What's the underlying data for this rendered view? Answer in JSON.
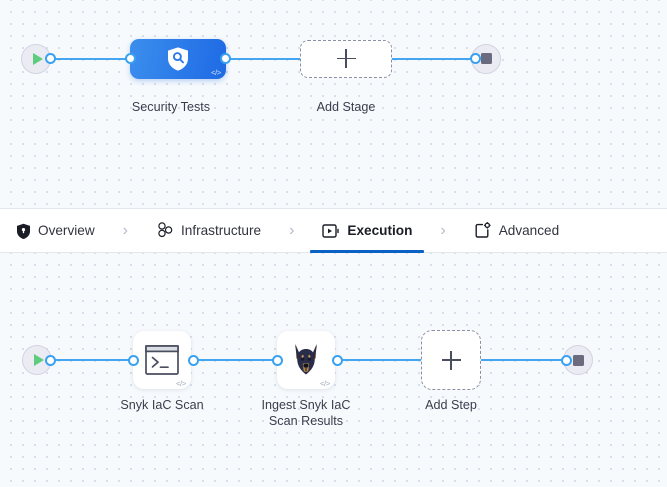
{
  "stages_canvas": {
    "start_node": {
      "icon": "play-icon"
    },
    "end_node": {
      "icon": "stop-icon"
    },
    "stage": {
      "label": "Security Tests",
      "icon": "shield-search-icon",
      "badge": "</>",
      "gradient_from": "#3c8eed",
      "gradient_to": "#1f6ae4"
    },
    "add_stage": {
      "label": "Add Stage",
      "icon": "plus-icon"
    }
  },
  "tabbar": {
    "separator": "›",
    "active_underline_color": "#0a62c4",
    "tabs": [
      {
        "label": "Overview",
        "icon": "shield-icon",
        "active": false
      },
      {
        "label": "Infrastructure",
        "icon": "infrastructure-cluster-icon",
        "active": false
      },
      {
        "label": "Execution",
        "icon": "execution-play-box-icon",
        "active": true
      },
      {
        "label": "Advanced",
        "icon": "advanced-gear-box-icon",
        "active": false
      }
    ]
  },
  "steps_canvas": {
    "start_node": {
      "icon": "play-icon"
    },
    "end_node": {
      "icon": "stop-icon"
    },
    "steps": [
      {
        "label": "Snyk IaC Scan",
        "icon": "terminal-icon",
        "badge": "</>"
      },
      {
        "label": "Ingest Snyk IaC\nScan Results",
        "icon": "doberman-icon",
        "badge": "</>"
      }
    ],
    "add_step": {
      "label": "Add Step",
      "icon": "plus-icon"
    }
  },
  "colors": {
    "wire": "#44a5f0",
    "connector_ring": "#39a1f0",
    "canvas_bg": "#f7fafd",
    "grid_dot": "#ccd6e3",
    "play_green": "#5fcb7d",
    "stop_gray": "#6b6b80"
  }
}
